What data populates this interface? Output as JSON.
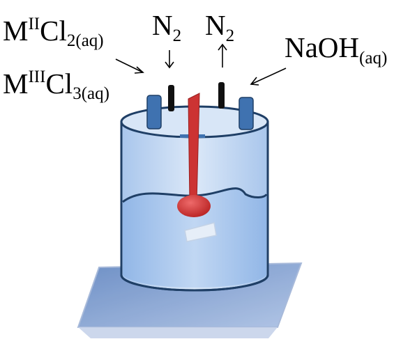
{
  "labels": {
    "metal2": {
      "base": "M",
      "sup": "II",
      "mid": "Cl",
      "sub": "2(aq)"
    },
    "metal3": {
      "base": "M",
      "sup": "III",
      "mid": "Cl",
      "sub": "3(aq)"
    },
    "n2_in": {
      "base": "N",
      "sub": "2"
    },
    "n2_out": {
      "base": "N",
      "sub": "2"
    },
    "naoh": {
      "base": "NaOH",
      "sub": "(aq)"
    }
  },
  "colors": {
    "vessel_fill": "#c9dcf3",
    "vessel_stroke": "#1f3f66",
    "liquid_fill": "#9dbfea",
    "stirrer": "#cc3333",
    "inlet_tube": "#3f72b0",
    "gas_tube": "#111111",
    "plate": "#7f9fd0"
  }
}
